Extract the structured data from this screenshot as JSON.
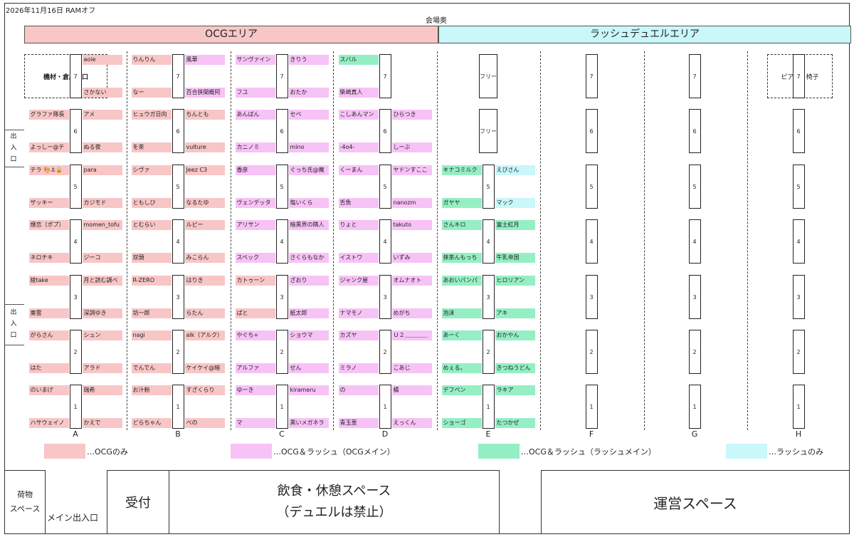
{
  "header": {
    "date_event": "2026年11月16日 RAMオフ",
    "hall_back": "会場奥"
  },
  "zones": {
    "ocg": "OCGエリア",
    "rush": "ラッシュデュエルエリア"
  },
  "corners": {
    "left": "機材・倉庫入口",
    "right": "ピアノ・椅子"
  },
  "exit_label": [
    "出",
    "入",
    "口"
  ],
  "columns": [
    "A",
    "B",
    "C",
    "D",
    "E",
    "F",
    "G",
    "H"
  ],
  "colors": {
    "ocg_only": "#f8c6c6",
    "ocg_main": "#f7c2f6",
    "rush_main": "#95efc4",
    "rush_only": "#c9f7fa"
  },
  "legend": [
    {
      "label": "…OCGのみ",
      "color_key": "ocg_only"
    },
    {
      "label": "…OCG＆ラッシュ（OCGメイン）",
      "color_key": "ocg_main"
    },
    {
      "label": "…OCG＆ラッシュ（ラッシュメイン）",
      "color_key": "rush_main"
    },
    {
      "label": "…ラッシュのみ",
      "color_key": "rush_only"
    }
  ],
  "free_label": "フリー",
  "table_rows": [
    "7",
    "6",
    "5",
    "4",
    "3",
    "2",
    "1"
  ],
  "seats": [
    {
      "col": 0,
      "side": "R",
      "row": 7,
      "pos": "top",
      "name": "aoie",
      "c": "ocg_only"
    },
    {
      "col": 0,
      "side": "R",
      "row": 7,
      "pos": "bot",
      "name": "さかない",
      "c": "ocg_only"
    },
    {
      "col": 1,
      "side": "L",
      "row": 7,
      "pos": "top",
      "name": "りんりん",
      "c": "ocg_only"
    },
    {
      "col": 1,
      "side": "L",
      "row": 7,
      "pos": "bot",
      "name": "なー",
      "c": "ocg_only"
    },
    {
      "col": 1,
      "side": "R",
      "row": 7,
      "pos": "top",
      "name": "風華",
      "c": "ocg_main"
    },
    {
      "col": 1,
      "side": "R",
      "row": 7,
      "pos": "bot",
      "name": "百合狭間概阿",
      "c": "ocg_main"
    },
    {
      "col": 2,
      "side": "L",
      "row": 7,
      "pos": "top",
      "name": "サンヴァイン",
      "c": "ocg_main"
    },
    {
      "col": 2,
      "side": "L",
      "row": 7,
      "pos": "bot",
      "name": "フユ",
      "c": "ocg_main"
    },
    {
      "col": 2,
      "side": "R",
      "row": 7,
      "pos": "top",
      "name": "きりう",
      "c": "ocg_main"
    },
    {
      "col": 2,
      "side": "R",
      "row": 7,
      "pos": "bot",
      "name": "おたか",
      "c": "ocg_main"
    },
    {
      "col": 3,
      "side": "L",
      "row": 7,
      "pos": "top",
      "name": "スバル",
      "c": "rush_main"
    },
    {
      "col": 3,
      "side": "L",
      "row": 7,
      "pos": "bot",
      "name": "柴崎真人",
      "c": "ocg_main"
    },
    {
      "col": 0,
      "side": "L",
      "row": 6,
      "pos": "top",
      "name": "グラファ隊長",
      "c": "ocg_only"
    },
    {
      "col": 0,
      "side": "L",
      "row": 6,
      "pos": "bot",
      "name": "よっしー@テ",
      "c": "ocg_only"
    },
    {
      "col": 0,
      "side": "R",
      "row": 6,
      "pos": "top",
      "name": "アメ",
      "c": "ocg_only"
    },
    {
      "col": 0,
      "side": "R",
      "row": 6,
      "pos": "bot",
      "name": "ぬる夜",
      "c": "ocg_only"
    },
    {
      "col": 1,
      "side": "L",
      "row": 6,
      "pos": "top",
      "name": "ヒュウガ日向",
      "c": "ocg_only"
    },
    {
      "col": 1,
      "side": "L",
      "row": 6,
      "pos": "bot",
      "name": "を茶",
      "c": "ocg_only"
    },
    {
      "col": 1,
      "side": "R",
      "row": 6,
      "pos": "top",
      "name": "ちんとも",
      "c": "ocg_only"
    },
    {
      "col": 1,
      "side": "R",
      "row": 6,
      "pos": "bot",
      "name": "vulture",
      "c": "ocg_only"
    },
    {
      "col": 2,
      "side": "L",
      "row": 6,
      "pos": "top",
      "name": "あんぱん",
      "c": "ocg_main"
    },
    {
      "col": 2,
      "side": "L",
      "row": 6,
      "pos": "bot",
      "name": "カニノミ",
      "c": "ocg_main"
    },
    {
      "col": 2,
      "side": "R",
      "row": 6,
      "pos": "top",
      "name": "セベ",
      "c": "ocg_main"
    },
    {
      "col": 2,
      "side": "R",
      "row": 6,
      "pos": "bot",
      "name": "mino",
      "c": "ocg_main"
    },
    {
      "col": 3,
      "side": "L",
      "row": 6,
      "pos": "top",
      "name": "こしあんマン",
      "c": "ocg_main"
    },
    {
      "col": 3,
      "side": "L",
      "row": 6,
      "pos": "bot",
      "name": "-4o4-",
      "c": "ocg_main"
    },
    {
      "col": 3,
      "side": "R",
      "row": 6,
      "pos": "top",
      "name": "ひらつき",
      "c": "ocg_main"
    },
    {
      "col": 3,
      "side": "R",
      "row": 6,
      "pos": "bot",
      "name": "しーぶ",
      "c": "ocg_main"
    },
    {
      "col": 0,
      "side": "L",
      "row": 5,
      "pos": "top",
      "name": "テラ 🎨⚓🔒",
      "c": "ocg_only"
    },
    {
      "col": 0,
      "side": "L",
      "row": 5,
      "pos": "bot",
      "name": "ザッキー",
      "c": "ocg_only"
    },
    {
      "col": 0,
      "side": "R",
      "row": 5,
      "pos": "top",
      "name": "para",
      "c": "ocg_only"
    },
    {
      "col": 0,
      "side": "R",
      "row": 5,
      "pos": "bot",
      "name": "カジモド",
      "c": "ocg_only"
    },
    {
      "col": 1,
      "side": "L",
      "row": 5,
      "pos": "top",
      "name": "シヴァ",
      "c": "ocg_only"
    },
    {
      "col": 1,
      "side": "L",
      "row": 5,
      "pos": "bot",
      "name": "ともしび",
      "c": "ocg_only"
    },
    {
      "col": 1,
      "side": "R",
      "row": 5,
      "pos": "top",
      "name": "Jeez C3",
      "c": "ocg_only"
    },
    {
      "col": 1,
      "side": "R",
      "row": 5,
      "pos": "bot",
      "name": "なるたゆ",
      "c": "ocg_only"
    },
    {
      "col": 2,
      "side": "L",
      "row": 5,
      "pos": "top",
      "name": "香彦",
      "c": "ocg_main"
    },
    {
      "col": 2,
      "side": "L",
      "row": 5,
      "pos": "bot",
      "name": "ヴェンデッタ",
      "c": "ocg_main"
    },
    {
      "col": 2,
      "side": "R",
      "row": 5,
      "pos": "top",
      "name": "ぐっち氏@魔",
      "c": "ocg_main"
    },
    {
      "col": 2,
      "side": "R",
      "row": 5,
      "pos": "bot",
      "name": "塩いくら",
      "c": "ocg_main"
    },
    {
      "col": 3,
      "side": "L",
      "row": 5,
      "pos": "top",
      "name": "くーまん",
      "c": "ocg_main"
    },
    {
      "col": 3,
      "side": "L",
      "row": 5,
      "pos": "bot",
      "name": "舌魚",
      "c": "ocg_main"
    },
    {
      "col": 3,
      "side": "R",
      "row": 5,
      "pos": "top",
      "name": "ヤドンすここ",
      "c": "ocg_main"
    },
    {
      "col": 3,
      "side": "R",
      "row": 5,
      "pos": "bot",
      "name": "nanozm",
      "c": "ocg_main"
    },
    {
      "col": 4,
      "side": "L",
      "row": 5,
      "pos": "top",
      "name": "キナコミルク",
      "c": "rush_main"
    },
    {
      "col": 4,
      "side": "L",
      "row": 5,
      "pos": "bot",
      "name": "ガヤヤ",
      "c": "rush_main"
    },
    {
      "col": 4,
      "side": "R",
      "row": 5,
      "pos": "top",
      "name": "えびさん",
      "c": "rush_only"
    },
    {
      "col": 4,
      "side": "R",
      "row": 5,
      "pos": "bot",
      "name": "マック",
      "c": "rush_only"
    },
    {
      "col": 0,
      "side": "L",
      "row": 4,
      "pos": "top",
      "name": "煙恋（ポプ）",
      "c": "ocg_only"
    },
    {
      "col": 0,
      "side": "L",
      "row": 4,
      "pos": "bot",
      "name": "ネロチキ",
      "c": "ocg_only"
    },
    {
      "col": 0,
      "side": "R",
      "row": 4,
      "pos": "top",
      "name": "momen_tofu",
      "c": "ocg_only"
    },
    {
      "col": 0,
      "side": "R",
      "row": 4,
      "pos": "bot",
      "name": "ジーコ",
      "c": "ocg_only"
    },
    {
      "col": 1,
      "side": "L",
      "row": 4,
      "pos": "top",
      "name": "とむらい",
      "c": "ocg_only"
    },
    {
      "col": 1,
      "side": "L",
      "row": 4,
      "pos": "bot",
      "name": "双頭",
      "c": "ocg_only"
    },
    {
      "col": 1,
      "side": "R",
      "row": 4,
      "pos": "top",
      "name": "ルピー",
      "c": "ocg_only"
    },
    {
      "col": 1,
      "side": "R",
      "row": 4,
      "pos": "bot",
      "name": "みこらん",
      "c": "ocg_only"
    },
    {
      "col": 2,
      "side": "L",
      "row": 4,
      "pos": "top",
      "name": "アリサン",
      "c": "ocg_main"
    },
    {
      "col": 2,
      "side": "L",
      "row": 4,
      "pos": "bot",
      "name": "スペック",
      "c": "ocg_main"
    },
    {
      "col": 2,
      "side": "R",
      "row": 4,
      "pos": "top",
      "name": "暗黒界の隣人",
      "c": "ocg_main"
    },
    {
      "col": 2,
      "side": "R",
      "row": 4,
      "pos": "bot",
      "name": "さくらもなか",
      "c": "ocg_main"
    },
    {
      "col": 3,
      "side": "L",
      "row": 4,
      "pos": "top",
      "name": "りょと",
      "c": "ocg_main"
    },
    {
      "col": 3,
      "side": "L",
      "row": 4,
      "pos": "bot",
      "name": "イストワ",
      "c": "ocg_main"
    },
    {
      "col": 3,
      "side": "R",
      "row": 4,
      "pos": "top",
      "name": "takuto",
      "c": "ocg_main"
    },
    {
      "col": 3,
      "side": "R",
      "row": 4,
      "pos": "bot",
      "name": "いずみ",
      "c": "ocg_main"
    },
    {
      "col": 4,
      "side": "L",
      "row": 4,
      "pos": "top",
      "name": "さんキロ",
      "c": "rush_main"
    },
    {
      "col": 4,
      "side": "L",
      "row": 4,
      "pos": "bot",
      "name": "抹茶んもっち",
      "c": "rush_main"
    },
    {
      "col": 4,
      "side": "R",
      "row": 4,
      "pos": "top",
      "name": "富士紅月",
      "c": "rush_main"
    },
    {
      "col": 4,
      "side": "R",
      "row": 4,
      "pos": "bot",
      "name": "牛乳帝国",
      "c": "rush_main"
    },
    {
      "col": 0,
      "side": "L",
      "row": 3,
      "pos": "top",
      "name": "綾take",
      "c": "ocg_only"
    },
    {
      "col": 0,
      "side": "L",
      "row": 3,
      "pos": "bot",
      "name": "東雲",
      "c": "ocg_only"
    },
    {
      "col": 0,
      "side": "R",
      "row": 3,
      "pos": "top",
      "name": "月と読む調べ",
      "c": "ocg_only"
    },
    {
      "col": 0,
      "side": "R",
      "row": 3,
      "pos": "bot",
      "name": "深詞ゆき",
      "c": "ocg_only"
    },
    {
      "col": 1,
      "side": "L",
      "row": 3,
      "pos": "top",
      "name": "R-ZERO",
      "c": "ocg_only"
    },
    {
      "col": 1,
      "side": "L",
      "row": 3,
      "pos": "bot",
      "name": "坊一郎",
      "c": "ocg_only"
    },
    {
      "col": 1,
      "side": "R",
      "row": 3,
      "pos": "top",
      "name": "はりき",
      "c": "ocg_only"
    },
    {
      "col": 1,
      "side": "R",
      "row": 3,
      "pos": "bot",
      "name": "らたん",
      "c": "ocg_only"
    },
    {
      "col": 2,
      "side": "L",
      "row": 3,
      "pos": "top",
      "name": "カトゥーン",
      "c": "ocg_only"
    },
    {
      "col": 2,
      "side": "L",
      "row": 3,
      "pos": "bot",
      "name": "ぱと",
      "c": "ocg_only"
    },
    {
      "col": 2,
      "side": "R",
      "row": 3,
      "pos": "top",
      "name": "ざおり",
      "c": "ocg_main"
    },
    {
      "col": 2,
      "side": "R",
      "row": 3,
      "pos": "bot",
      "name": "紙太郎",
      "c": "ocg_main"
    },
    {
      "col": 3,
      "side": "L",
      "row": 3,
      "pos": "top",
      "name": "ジャンク屋",
      "c": "ocg_main"
    },
    {
      "col": 3,
      "side": "L",
      "row": 3,
      "pos": "bot",
      "name": "ナマモノ",
      "c": "ocg_main"
    },
    {
      "col": 3,
      "side": "R",
      "row": 3,
      "pos": "top",
      "name": "オムナオト",
      "c": "ocg_main"
    },
    {
      "col": 3,
      "side": "R",
      "row": 3,
      "pos": "bot",
      "name": "めがち",
      "c": "ocg_main"
    },
    {
      "col": 4,
      "side": "L",
      "row": 3,
      "pos": "top",
      "name": "あおいパンパ",
      "c": "rush_main"
    },
    {
      "col": 4,
      "side": "L",
      "row": 3,
      "pos": "bot",
      "name": "泡沫",
      "c": "rush_main"
    },
    {
      "col": 4,
      "side": "R",
      "row": 3,
      "pos": "top",
      "name": "ヒロリアン",
      "c": "rush_main"
    },
    {
      "col": 4,
      "side": "R",
      "row": 3,
      "pos": "bot",
      "name": "アキ",
      "c": "rush_main"
    },
    {
      "col": 0,
      "side": "L",
      "row": 2,
      "pos": "top",
      "name": "がらさん",
      "c": "ocg_only"
    },
    {
      "col": 0,
      "side": "L",
      "row": 2,
      "pos": "bot",
      "name": "はた",
      "c": "ocg_only"
    },
    {
      "col": 0,
      "side": "R",
      "row": 2,
      "pos": "top",
      "name": "シュン",
      "c": "ocg_only"
    },
    {
      "col": 0,
      "side": "R",
      "row": 2,
      "pos": "bot",
      "name": "アラド",
      "c": "ocg_only"
    },
    {
      "col": 1,
      "side": "L",
      "row": 2,
      "pos": "top",
      "name": "nagi",
      "c": "ocg_only"
    },
    {
      "col": 1,
      "side": "L",
      "row": 2,
      "pos": "bot",
      "name": "でんでん",
      "c": "ocg_only"
    },
    {
      "col": 1,
      "side": "R",
      "row": 2,
      "pos": "top",
      "name": "alk（アルク）",
      "c": "ocg_only"
    },
    {
      "col": 1,
      "side": "R",
      "row": 2,
      "pos": "bot",
      "name": "ケイケイ@暗",
      "c": "ocg_only"
    },
    {
      "col": 2,
      "side": "L",
      "row": 2,
      "pos": "top",
      "name": "やぐち+",
      "c": "ocg_main"
    },
    {
      "col": 2,
      "side": "L",
      "row": 2,
      "pos": "bot",
      "name": "アルファ",
      "c": "ocg_main"
    },
    {
      "col": 2,
      "side": "R",
      "row": 2,
      "pos": "top",
      "name": "ショウマ",
      "c": "ocg_main"
    },
    {
      "col": 2,
      "side": "R",
      "row": 2,
      "pos": "bot",
      "name": "せん",
      "c": "ocg_main"
    },
    {
      "col": 3,
      "side": "L",
      "row": 2,
      "pos": "top",
      "name": "カズヤ",
      "c": "ocg_main"
    },
    {
      "col": 3,
      "side": "L",
      "row": 2,
      "pos": "bot",
      "name": "ミラノ",
      "c": "ocg_main"
    },
    {
      "col": 3,
      "side": "R",
      "row": 2,
      "pos": "top",
      "name": "Ｕ２＿＿＿＿",
      "c": "ocg_main"
    },
    {
      "col": 3,
      "side": "R",
      "row": 2,
      "pos": "bot",
      "name": "こあじ",
      "c": "ocg_main"
    },
    {
      "col": 4,
      "side": "L",
      "row": 2,
      "pos": "top",
      "name": "あーく",
      "c": "rush_main"
    },
    {
      "col": 4,
      "side": "L",
      "row": 2,
      "pos": "bot",
      "name": "めぇる。",
      "c": "rush_main"
    },
    {
      "col": 4,
      "side": "R",
      "row": 2,
      "pos": "top",
      "name": "おかやん",
      "c": "rush_main"
    },
    {
      "col": 4,
      "side": "R",
      "row": 2,
      "pos": "bot",
      "name": "きつねうどん",
      "c": "rush_main"
    },
    {
      "col": 0,
      "side": "L",
      "row": 1,
      "pos": "top",
      "name": "のいまげ",
      "c": "ocg_only"
    },
    {
      "col": 0,
      "side": "L",
      "row": 1,
      "pos": "bot",
      "name": "ハサウェイノ",
      "c": "ocg_only"
    },
    {
      "col": 0,
      "side": "R",
      "row": 1,
      "pos": "top",
      "name": "瑞希",
      "c": "ocg_only"
    },
    {
      "col": 0,
      "side": "R",
      "row": 1,
      "pos": "bot",
      "name": "かえで",
      "c": "ocg_only"
    },
    {
      "col": 1,
      "side": "L",
      "row": 1,
      "pos": "top",
      "name": "お汁粉",
      "c": "ocg_only"
    },
    {
      "col": 1,
      "side": "L",
      "row": 1,
      "pos": "bot",
      "name": "どらちゃん",
      "c": "ocg_only"
    },
    {
      "col": 1,
      "side": "R",
      "row": 1,
      "pos": "top",
      "name": "すざくらり",
      "c": "ocg_only"
    },
    {
      "col": 1,
      "side": "R",
      "row": 1,
      "pos": "bot",
      "name": "べの",
      "c": "ocg_only"
    },
    {
      "col": 2,
      "side": "L",
      "row": 1,
      "pos": "top",
      "name": "ゆーき",
      "c": "ocg_main"
    },
    {
      "col": 2,
      "side": "L",
      "row": 1,
      "pos": "bot",
      "name": "マ",
      "c": "ocg_main"
    },
    {
      "col": 2,
      "side": "R",
      "row": 1,
      "pos": "top",
      "name": "kirameru",
      "c": "ocg_main"
    },
    {
      "col": 2,
      "side": "R",
      "row": 1,
      "pos": "bot",
      "name": "黒いメガネラ",
      "c": "ocg_main"
    },
    {
      "col": 3,
      "side": "L",
      "row": 1,
      "pos": "top",
      "name": "の",
      "c": "ocg_main"
    },
    {
      "col": 3,
      "side": "L",
      "row": 1,
      "pos": "bot",
      "name": "青玉葱",
      "c": "ocg_main"
    },
    {
      "col": 3,
      "side": "R",
      "row": 1,
      "pos": "top",
      "name": "橘",
      "c": "ocg_main"
    },
    {
      "col": 3,
      "side": "R",
      "row": 1,
      "pos": "bot",
      "name": "えっくん",
      "c": "ocg_main"
    },
    {
      "col": 4,
      "side": "L",
      "row": 1,
      "pos": "top",
      "name": "デフペン",
      "c": "rush_main"
    },
    {
      "col": 4,
      "side": "L",
      "row": 1,
      "pos": "bot",
      "name": "ショーゴ",
      "c": "rush_main"
    },
    {
      "col": 4,
      "side": "R",
      "row": 1,
      "pos": "top",
      "name": "ラキア",
      "c": "rush_main"
    },
    {
      "col": 4,
      "side": "R",
      "row": 1,
      "pos": "bot",
      "name": "たつかぜ",
      "c": "rush_main"
    }
  ],
  "bottom": {
    "luggage": "荷物\nスペース",
    "main_entrance": "メイン出入口",
    "reception": "受付",
    "food_line1": "飲食・休憩スペース",
    "food_line2": "（デュエルは禁止）",
    "staff": "運営スペース"
  }
}
